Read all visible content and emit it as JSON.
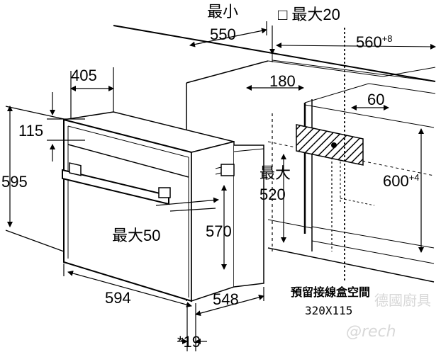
{
  "dimensions": {
    "min_label": "最小",
    "max_20_label": "□ 最大20",
    "d550": "550",
    "d560": "560",
    "d560_tol": "+8",
    "d405": "405",
    "d180": "180",
    "d60": "60",
    "d115": "115",
    "d595": "595",
    "max_label": "最大",
    "d520": "520",
    "d600": "600",
    "d600_tol": "+4",
    "max_50": "最大50",
    "d570": "570",
    "d594": "594",
    "d548": "548",
    "d19": "*19"
  },
  "notes": {
    "junction_box_title": "預留接線盒空間",
    "junction_box_size": "320X115"
  },
  "watermark": {
    "text1": "德國廚具",
    "text2": "@rech"
  }
}
